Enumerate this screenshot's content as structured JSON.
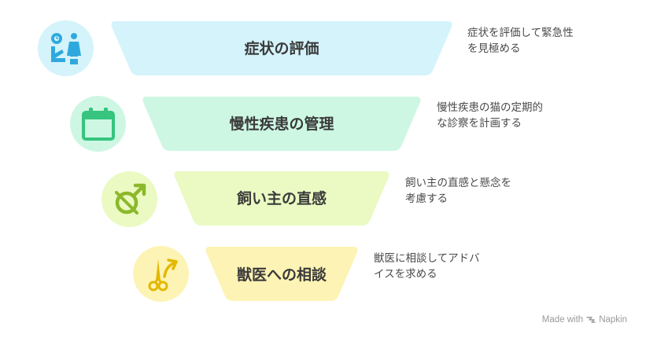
{
  "stages": [
    {
      "title": "症状の評価",
      "description": "症状を評価して緊急性\nを見極める",
      "icon": "patient-consultation-icon",
      "fill": "#d4f3fb",
      "circle": "#d4f3fb",
      "icon_color": "#2fa9dd"
    },
    {
      "title": "慢性疾患の管理",
      "description": "慢性疾患の猫の定期的\nな診察を計画する",
      "icon": "calendar-icon",
      "fill": "#cdf7e3",
      "circle": "#cdf7e3",
      "icon_color": "#36c47f"
    },
    {
      "title": "飼い主の直感",
      "description": "飼い主の直感と懸念を\n考慮する",
      "icon": "male-symbol-icon",
      "fill": "#eafac2",
      "circle": "#eafac2",
      "icon_color": "#8cb82a"
    },
    {
      "title": "獣医への相談",
      "description": "獣医に相談してアドバ\nイスを求める",
      "icon": "scissors-arrow-icon",
      "fill": "#fdf3b4",
      "circle": "#fdf3b4",
      "icon_color": "#e3b800"
    }
  ],
  "footer": {
    "text": "Made with",
    "brand": "Napkin"
  }
}
